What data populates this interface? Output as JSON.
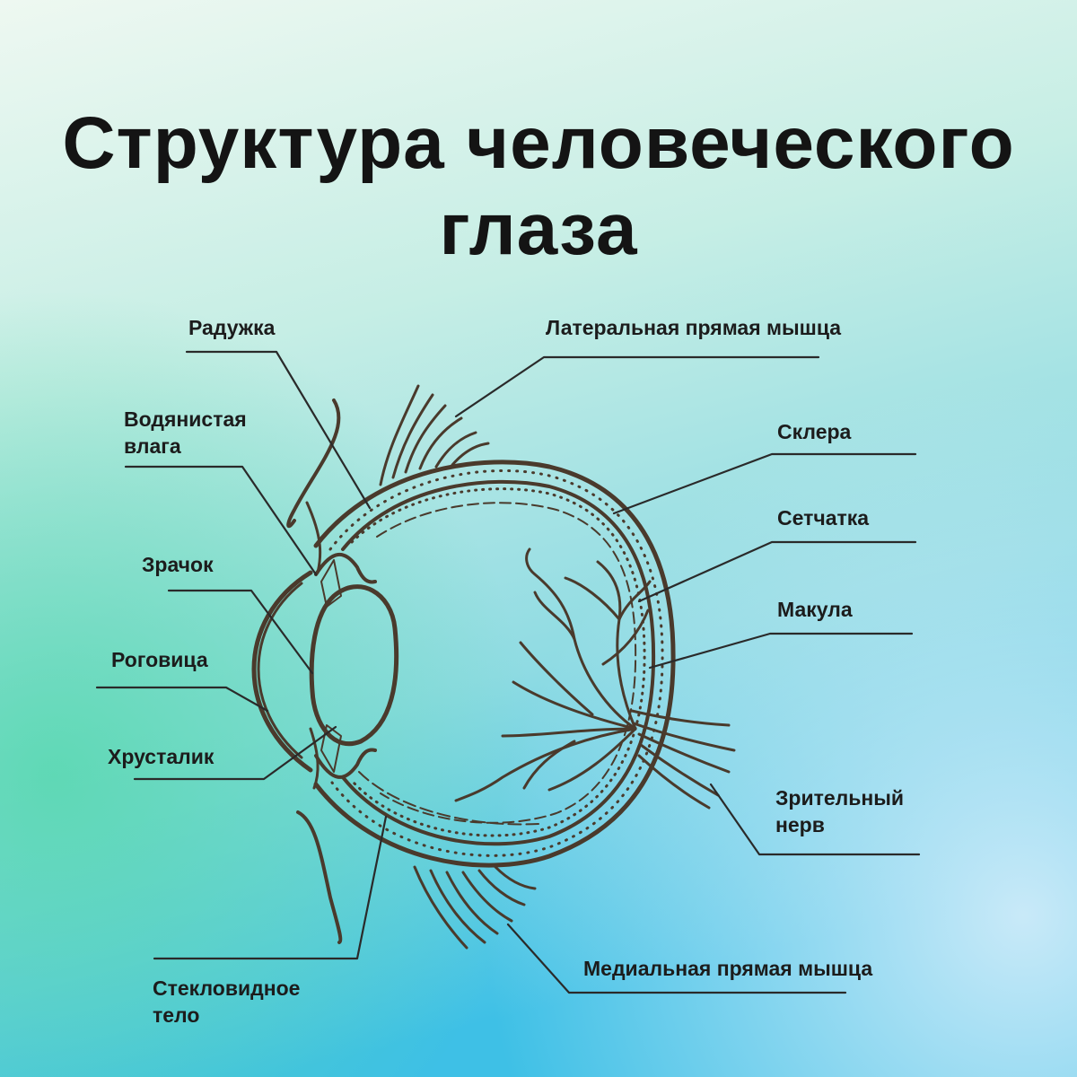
{
  "title": {
    "line1": "Структура человеческого",
    "line2": "глаза"
  },
  "labels": {
    "iris": "Радужка",
    "aqueous_line1": "Водянистая",
    "aqueous_line2": "влага",
    "pupil": "Зрачок",
    "cornea": "Роговица",
    "lens": "Хрусталик",
    "vitreous_line1": "Стекловидное",
    "vitreous_line2": "тело",
    "lateral_muscle": "Латеральная прямая мышца",
    "sclera": "Склера",
    "retina": "Сетчатка",
    "macula": "Макула",
    "optic_nerve_line1": "Зрительный",
    "optic_nerve_line2": "нерв",
    "medial_muscle": "Медиальная прямая мышца"
  },
  "colors": {
    "background_top": "#e8f6ef",
    "background_bottom": "#4fc3e0",
    "accent_green": "#5fd9b8",
    "line_color": "#4a3a2c",
    "text_color": "#1c1c1c"
  }
}
